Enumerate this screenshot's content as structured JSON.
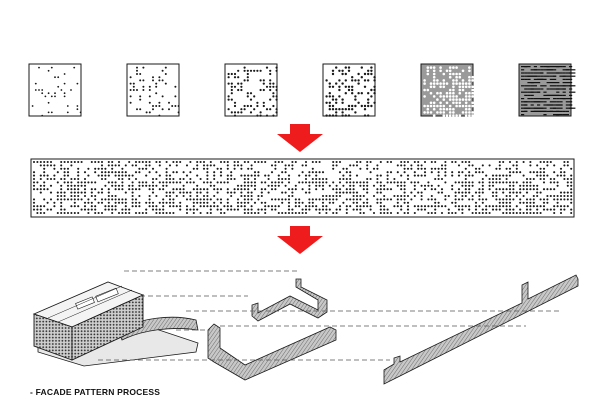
{
  "caption": "- FACADE PATTERN PROCESS",
  "colors": {
    "arrow": "#ee1c1c",
    "ink": "#1a1a1a",
    "dash": "#555555",
    "surface": "#bdbdbd"
  },
  "pattern_density_steps": [
    0.12,
    0.2,
    0.3,
    0.4,
    0.55,
    0.7
  ],
  "icons": [
    "arrow-down-icon",
    "arrow-down-icon"
  ]
}
